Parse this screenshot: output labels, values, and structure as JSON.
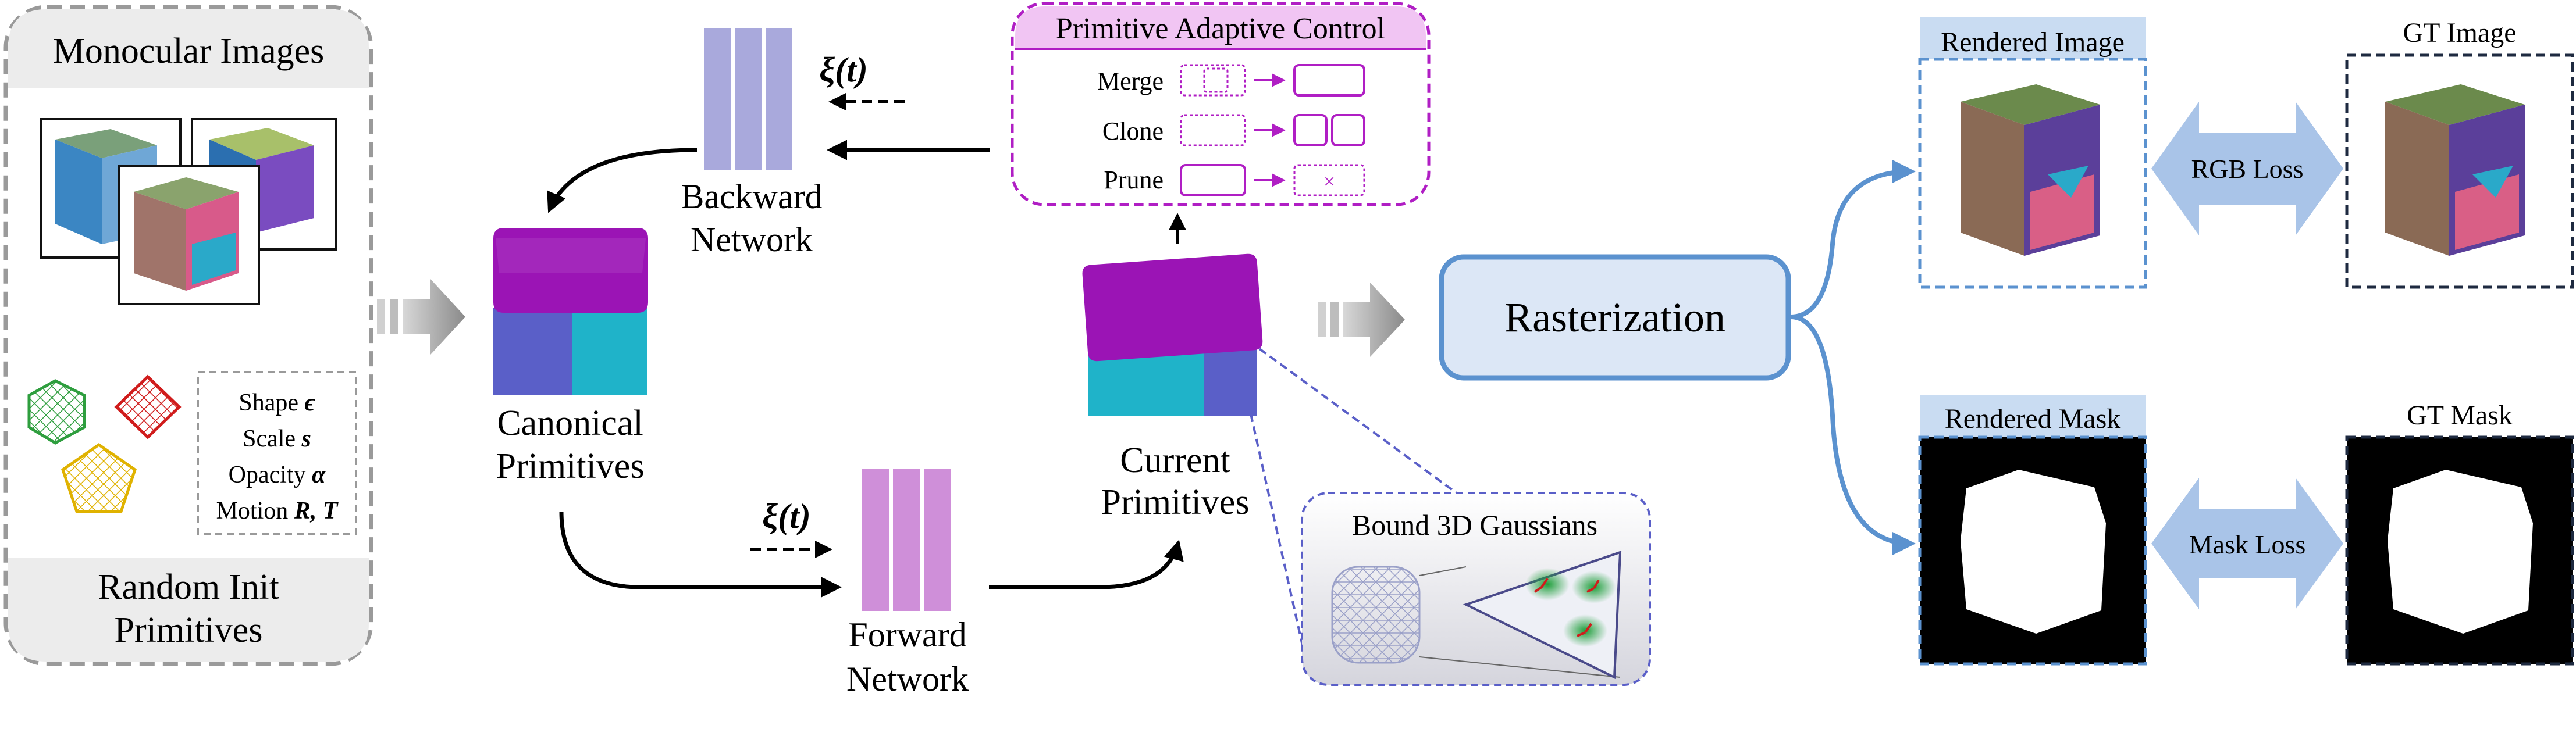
{
  "left_panel": {
    "top_title": "Monocular Images",
    "bottom_title_line1": "Random Init",
    "bottom_title_line2": "Primitives",
    "attrs": [
      {
        "label": "Shape",
        "sym": "ϵ"
      },
      {
        "label": "Scale",
        "sym": "s"
      },
      {
        "label": "Opacity",
        "sym": "α"
      },
      {
        "label": "Motion",
        "sym": "R, T"
      }
    ]
  },
  "xi_label": "ξ(t)",
  "backward": {
    "line1": "Backward",
    "line2": "Network"
  },
  "forward": {
    "line1": "Forward",
    "line2": "Network"
  },
  "canonical": {
    "line1": "Canonical",
    "line2": "Primitives"
  },
  "current": {
    "line1": "Current",
    "line2": "Primitives"
  },
  "pac": {
    "title": "Primitive Adaptive Control",
    "rows": [
      "Merge",
      "Clone",
      "Prune"
    ],
    "prune_mark": "×"
  },
  "bound": {
    "title": "Bound 3D Gaussians"
  },
  "rasterization": "Rasterization",
  "outputs": {
    "rendered_image": "Rendered Image",
    "gt_image": "GT Image",
    "rendered_mask": "Rendered Mask",
    "gt_mask": "GT Mask",
    "rgb_loss": "RGB Loss",
    "mask_loss": "Mask Loss"
  },
  "colors": {
    "purple_top": "#9b14b5",
    "cube_blue": "#5a5fc8",
    "cube_cyan": "#1fb3c9",
    "net_back": "#a9a9dc",
    "net_fwd": "#cf8fd9",
    "pac_border": "#b01ec4",
    "pac_fill": "#f1c5f3",
    "raster_fill": "#dce7f6",
    "raster_border": "#5b92cf",
    "loss_arrow": "#a9c4e8",
    "gray_panel": "#ececec"
  }
}
